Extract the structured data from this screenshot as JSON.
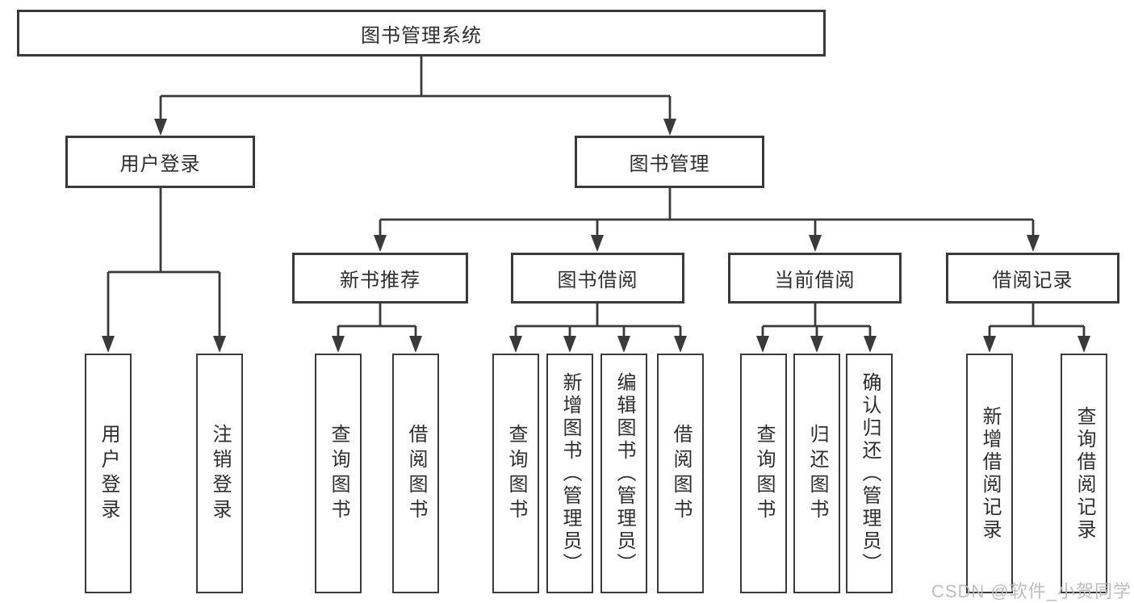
{
  "tree": {
    "root": {
      "label": "图书管理系统"
    },
    "branches": [
      {
        "label": "用户登录",
        "children": [
          {
            "label": "用户登录"
          },
          {
            "label": "注销登录"
          }
        ]
      },
      {
        "label": "图书管理",
        "children": [
          {
            "label": "新书推荐",
            "children": [
              {
                "label": "查询图书"
              },
              {
                "label": "借阅图书"
              }
            ]
          },
          {
            "label": "图书借阅",
            "children": [
              {
                "label": "查询图书"
              },
              {
                "label": "新增图书（管理员）"
              },
              {
                "label": "编辑图书（管理员）"
              },
              {
                "label": "借阅图书"
              }
            ]
          },
          {
            "label": "当前借阅",
            "children": [
              {
                "label": "查询图书"
              },
              {
                "label": "归还图书"
              },
              {
                "label": "确认归还（管理员）"
              }
            ]
          },
          {
            "label": "借阅记录",
            "children": [
              {
                "label": "新增借阅记录"
              },
              {
                "label": "查询借阅记录"
              }
            ]
          }
        ]
      }
    ]
  },
  "watermark": {
    "text": "CSDN @软件_小贺同学"
  },
  "colors": {
    "line": "#3a3a3a",
    "text": "#2e2e2e",
    "background": "#ffffff",
    "watermark": "#b9b9b9"
  }
}
